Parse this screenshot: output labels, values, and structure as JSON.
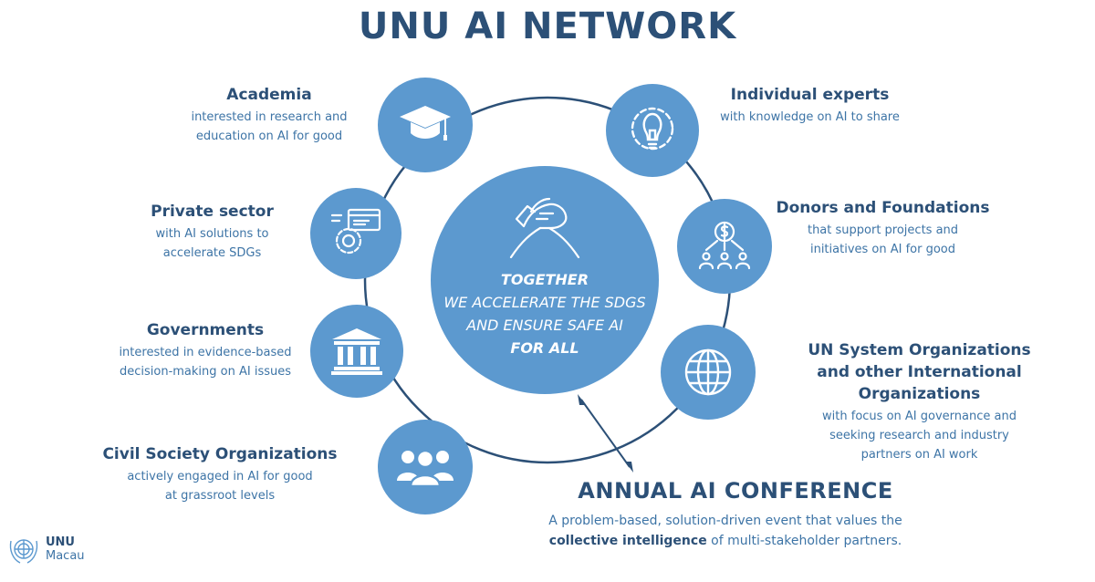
{
  "title": "UNU AI NETWORK",
  "center": {
    "line1": "TOGETHER",
    "line2": "WE ACCELERATE THE SDGS",
    "line3": "AND ENSURE SAFE AI",
    "line4": "FOR ALL",
    "icon": "handshake-icon"
  },
  "nodes": [
    {
      "icon": "graduation-cap-icon",
      "head": "Academia",
      "sub1": "interested in research and",
      "sub2": "education on AI for good"
    },
    {
      "icon": "lightbulb-gear-icon",
      "head": "Individual experts",
      "sub1": "with knowledge on AI to share"
    },
    {
      "icon": "dollar-people-icon",
      "head": "Donors and Foundations",
      "sub1": "that support projects and",
      "sub2": "initiatives on AI for good"
    },
    {
      "icon": "globe-icon",
      "head1": "UN System Organizations",
      "head2": "and other International Organizations",
      "sub1": "with focus on AI governance and",
      "sub2": "seeking research and industry",
      "sub3": "partners on AI work"
    },
    {
      "icon": "group-icon",
      "head": "Civil Society Organizations",
      "sub1": "actively engaged in AI for good",
      "sub2": "at grassroot levels"
    },
    {
      "icon": "bank-building-icon",
      "head": "Governments",
      "sub1": "interested in evidence-based",
      "sub2": "decision-making on AI issues"
    },
    {
      "icon": "gear-screen-icon",
      "head": "Private sector",
      "sub1": "with AI solutions to",
      "sub2": "accelerate SDGs"
    }
  ],
  "conference": {
    "title": "ANNUAL AI CONFERENCE",
    "desc_line1": "A problem-based, solution-driven event that values the",
    "desc_bold": "collective intelligence",
    "desc_rest": " of multi-stakeholder partners."
  },
  "logo": {
    "line1": "UNU",
    "line2": "Macau",
    "icon": "un-emblem-icon"
  },
  "colors": {
    "primary": "#5c99cf",
    "dark": "#2c5077",
    "text": "#3d74a6"
  }
}
